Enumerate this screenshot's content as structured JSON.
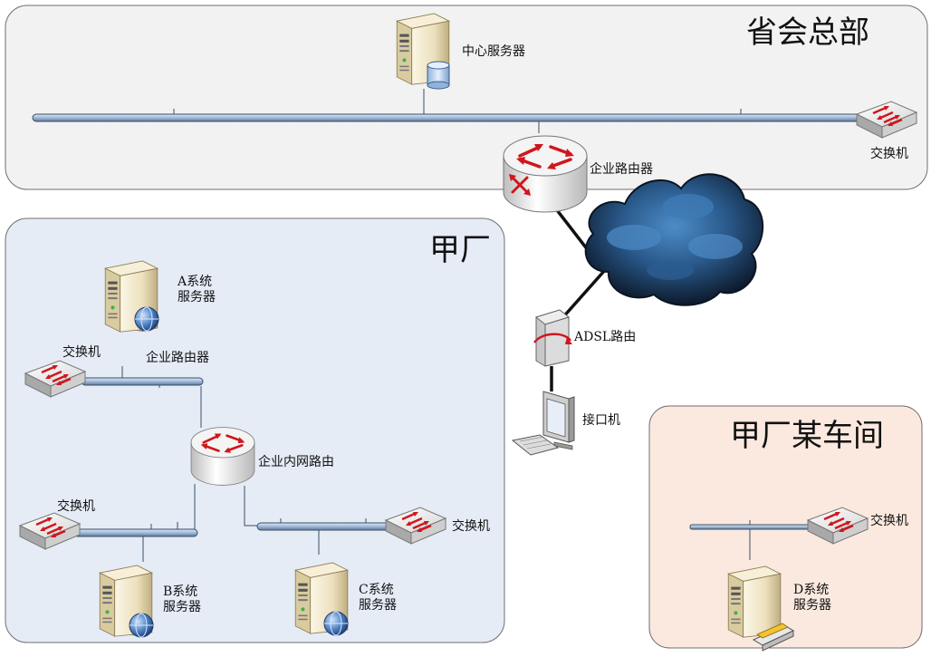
{
  "zones": {
    "hq": {
      "title": "省会总部",
      "color": "#f2f2f2"
    },
    "factory_a": {
      "title": "甲厂",
      "color": "#e5ecf6"
    },
    "workshop": {
      "title": "甲厂某车间",
      "color": "#fbe9df"
    }
  },
  "labels": {
    "center_server": "中心服务器",
    "hq_switch": "交换机",
    "hq_router": "企业路由器",
    "adsl_router": "ADSL路由",
    "interface_pc": "接口机",
    "a_server_line1": "A系统",
    "a_server_line2": "服务器",
    "fa_switch_top": "交换机",
    "fa_router_label": "企业路由器",
    "intranet_router": "企业内网路由",
    "fa_switch_left": "交换机",
    "fa_switch_right": "交换机",
    "b_server_line1": "B系统",
    "b_server_line2": "服务器",
    "c_server_line1": "C系统",
    "c_server_line2": "服务器",
    "ws_switch": "交换机",
    "d_server_line1": "D系统",
    "d_server_line2": "服务器"
  },
  "icons": {
    "server": "server-tower-icon",
    "switch": "network-switch-icon",
    "router": "router-icon",
    "cloud": "internet-cloud-icon",
    "modem": "adsl-modem-icon",
    "pc": "workstation-icon",
    "globe": "globe-icon",
    "database": "database-icon",
    "tape": "tape-drive-icon"
  },
  "colors": {
    "bus_fill": "#aac3e2",
    "bus_stroke": "#3b4f66",
    "arrow_red": "#d0161c",
    "cloud_dark": "#1a2c44",
    "cloud_light": "#3d78b3",
    "server_body": "#efe4c4",
    "server_dark": "#9a8a5e"
  }
}
